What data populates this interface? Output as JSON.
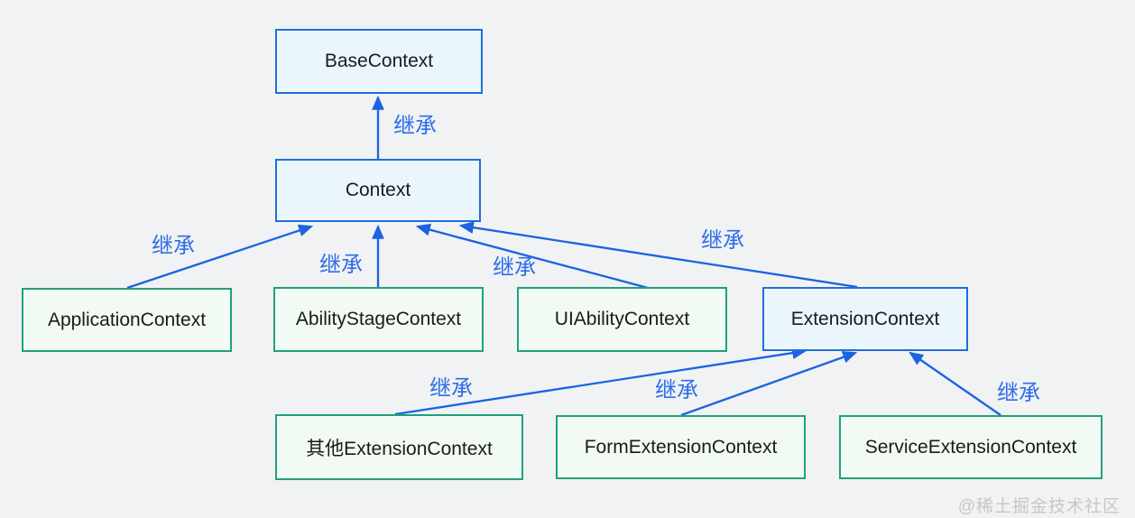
{
  "diagram": {
    "title": "Context inheritance diagram",
    "background_color": "#f1f2f4",
    "colors": {
      "blue_node_border": "#1f6fd6",
      "blue_node_fill": "#eaf6fc",
      "green_node_border": "#1fa17c",
      "green_node_fill": "#f2faf4",
      "arrow": "#1b63e0",
      "edge_label_text": "#2e6ee8",
      "node_text": "#1b1b1b"
    },
    "nodes": [
      {
        "id": "BaseContext",
        "label": "BaseContext",
        "style": "blue"
      },
      {
        "id": "Context",
        "label": "Context",
        "style": "blue"
      },
      {
        "id": "ApplicationContext",
        "label": "ApplicationContext",
        "style": "green"
      },
      {
        "id": "AbilityStageContext",
        "label": "AbilityStageContext",
        "style": "green"
      },
      {
        "id": "UIAbilityContext",
        "label": "UIAbilityContext",
        "style": "green"
      },
      {
        "id": "ExtensionContext",
        "label": "ExtensionContext",
        "style": "blue"
      },
      {
        "id": "OtherExtensionContext",
        "label": "其他ExtensionContext",
        "style": "green"
      },
      {
        "id": "FormExtensionContext",
        "label": "FormExtensionContext",
        "style": "green"
      },
      {
        "id": "ServiceExtensionContext",
        "label": "ServiceExtensionContext",
        "style": "green"
      }
    ],
    "edges": [
      {
        "from": "Context",
        "to": "BaseContext",
        "label": "继承"
      },
      {
        "from": "ApplicationContext",
        "to": "Context",
        "label": "继承"
      },
      {
        "from": "AbilityStageContext",
        "to": "Context",
        "label": "继承"
      },
      {
        "from": "UIAbilityContext",
        "to": "Context",
        "label": "继承"
      },
      {
        "from": "ExtensionContext",
        "to": "Context",
        "label": "继承"
      },
      {
        "from": "OtherExtensionContext",
        "to": "ExtensionContext",
        "label": "继承"
      },
      {
        "from": "FormExtensionContext",
        "to": "ExtensionContext",
        "label": "继承"
      },
      {
        "from": "ServiceExtensionContext",
        "to": "ExtensionContext",
        "label": "继承"
      }
    ]
  },
  "watermark": {
    "text": "@稀土掘金技术社区"
  }
}
